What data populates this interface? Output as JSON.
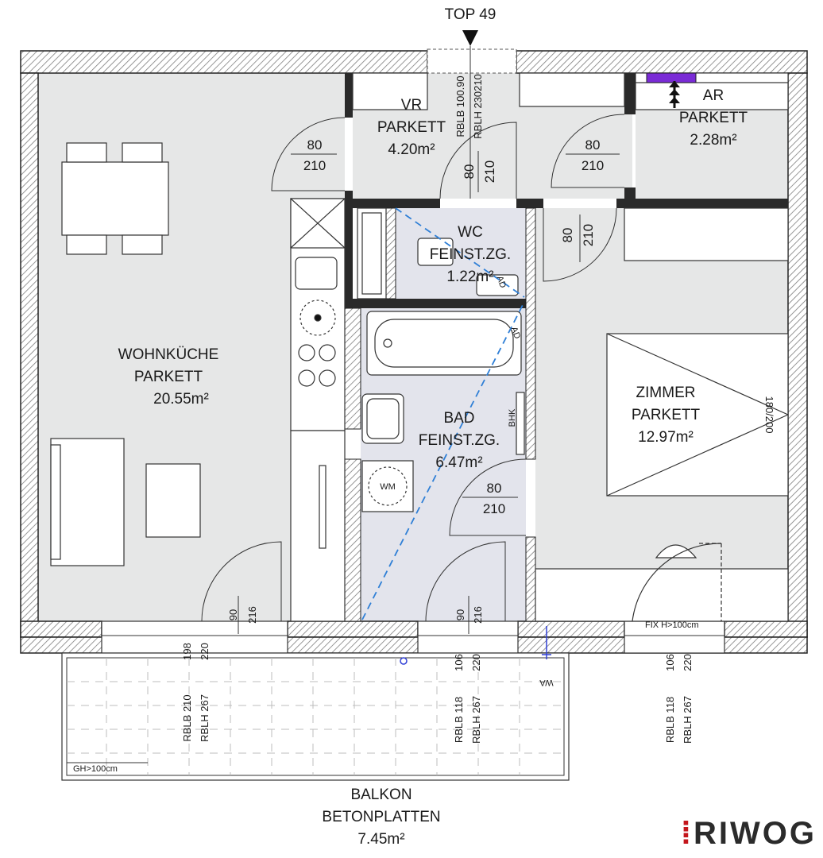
{
  "header": {
    "entrance": "TOP 49"
  },
  "rooms": {
    "wohnkueche": {
      "name": "WOHNKÜCHE",
      "floor": "PARKETT",
      "area": "20.55m²"
    },
    "vr": {
      "name": "VR",
      "floor": "PARKETT",
      "area": "4.20m²"
    },
    "ar": {
      "name": "AR",
      "floor": "PARKETT",
      "area": "2.28m²"
    },
    "wc": {
      "name": "WC",
      "floor": "FEINST.ZG.",
      "area": "1.22m²"
    },
    "bad": {
      "name": "BAD",
      "floor": "FEINST.ZG.",
      "area": "6.47m²"
    },
    "zimmer": {
      "name": "ZIMMER",
      "floor": "PARKETT",
      "area": "12.97m²"
    },
    "balkon": {
      "name": "BALKON",
      "floor": "BETONPLATTEN",
      "area": "7.45m²"
    }
  },
  "doors": {
    "kitchen_entry": {
      "width": "80",
      "height": "210"
    },
    "ar_entry": {
      "width": "80",
      "height": "210"
    },
    "wc_entry": {
      "width": "80",
      "height": "210"
    },
    "zimmer_entry": {
      "width": "80",
      "height": "210"
    },
    "bad_entry": {
      "width": "80",
      "height": "210"
    },
    "balcony_kitchen": {
      "width": "90",
      "height": "216"
    },
    "balcony_bad": {
      "width": "90",
      "height": "216"
    }
  },
  "entrance_door": {
    "rblb": "RBLB 100.90",
    "rblh": "RBLH 230210"
  },
  "windows": {
    "kitchen": {
      "width": "198",
      "height": "220",
      "rblb": "RBLB 210",
      "rblh": "RBLH 267"
    },
    "bad": {
      "width": "106",
      "height": "220",
      "rblb": "RBLB 118",
      "rblh": "RBLH 267"
    },
    "zimmer": {
      "width": "106",
      "height": "220",
      "rblb": "RBLB 118",
      "rblh": "RBLH 267",
      "fix": "FIX  H>100cm"
    }
  },
  "labels": {
    "bed_size": "180/200",
    "bhk": "BHK",
    "wm": "WM",
    "ad": "AD",
    "railing": "GH>100cm",
    "wa": "WA"
  },
  "logo": {
    "mark": "⁞",
    "text": "RIWOG"
  },
  "colors": {
    "floor_gray": "#e6e7e7",
    "wet_room": "#e3e4ec",
    "wall_dark": "#2a2a2a",
    "hatch": "#8a8a8a",
    "dashed_blue": "#2f7fd6",
    "purple_unit": "#7a2bd6"
  }
}
